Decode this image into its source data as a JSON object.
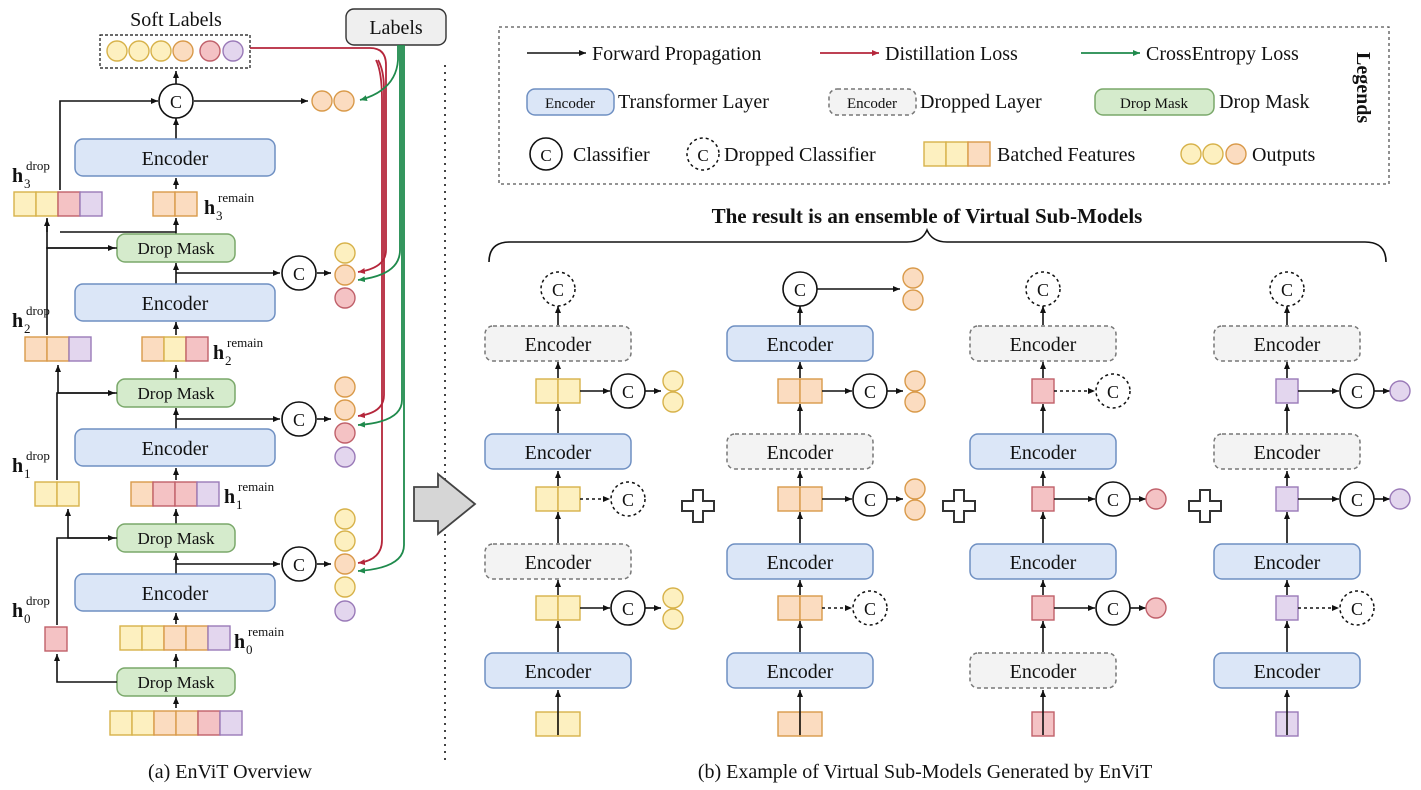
{
  "overview": {
    "soft_labels": "Soft Labels",
    "labels": "Labels",
    "encoder": "Encoder",
    "drop_mask": "Drop Mask",
    "classifier": "C",
    "h_symbol": "h",
    "sub_drop": "drop",
    "sub_remain": "remain",
    "h3_index": "3",
    "h2_index": "2",
    "h1_index": "1",
    "h0_index": "0",
    "caption": "(a) EnViT Overview"
  },
  "legend": {
    "title": "Legends",
    "forward": "Forward Propagation",
    "distill": "Distillation Loss",
    "crossentropy": "CrossEntropy Loss",
    "encoder_tag": "Encoder",
    "transformer_layer": "Transformer Layer",
    "encoder_dropped_tag": "Encoder",
    "dropped_layer": "Dropped Layer",
    "drop_mask_tag": "Drop Mask",
    "drop_mask": "Drop Mask",
    "classifier_glyph": "C",
    "classifier": "Classifier",
    "dropped_classifier_glyph": "C",
    "dropped_classifier": "Dropped Classifier",
    "batched_features": "Batched Features",
    "outputs": "Outputs"
  },
  "submodels": {
    "heading": "The result is an ensemble of Virtual Sub-Models",
    "encoder": "Encoder",
    "classifier": "C",
    "plus": "+",
    "caption": "(b) Example of Virtual Sub-Models Generated by EnViT"
  },
  "colors": {
    "forward": "#111111",
    "distillation": "#b5263b",
    "crossentropy": "#1f8a4c",
    "encoder_fill": "#dbe6f7",
    "drop_mask_fill": "#d5ebcc",
    "feature_yellow": "#fdf0c0",
    "feature_orange": "#fbdcc0",
    "feature_red": "#f4c2c4",
    "feature_purple": "#e3d6ee"
  }
}
